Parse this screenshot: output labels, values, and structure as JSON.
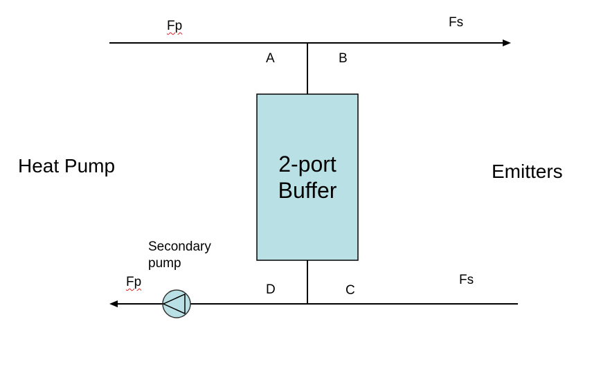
{
  "diagram": {
    "left_component": "Heat Pump",
    "right_component": "Emitters",
    "buffer": {
      "line1": "2-port",
      "line2": "Buffer"
    },
    "pump": {
      "line1": "Secondary",
      "line2": "pump"
    },
    "flows": {
      "top_left": "Fp",
      "top_right": "Fs",
      "bottom_left": "Fp",
      "bottom_right": "Fs"
    },
    "junctions": {
      "a": "A",
      "b": "B",
      "c": "C",
      "d": "D"
    },
    "colors": {
      "buffer_fill": "#b9e0e4",
      "pump_fill": "#b9e0e4",
      "line": "#000000",
      "spellcheck_underline": "#e02020"
    }
  }
}
